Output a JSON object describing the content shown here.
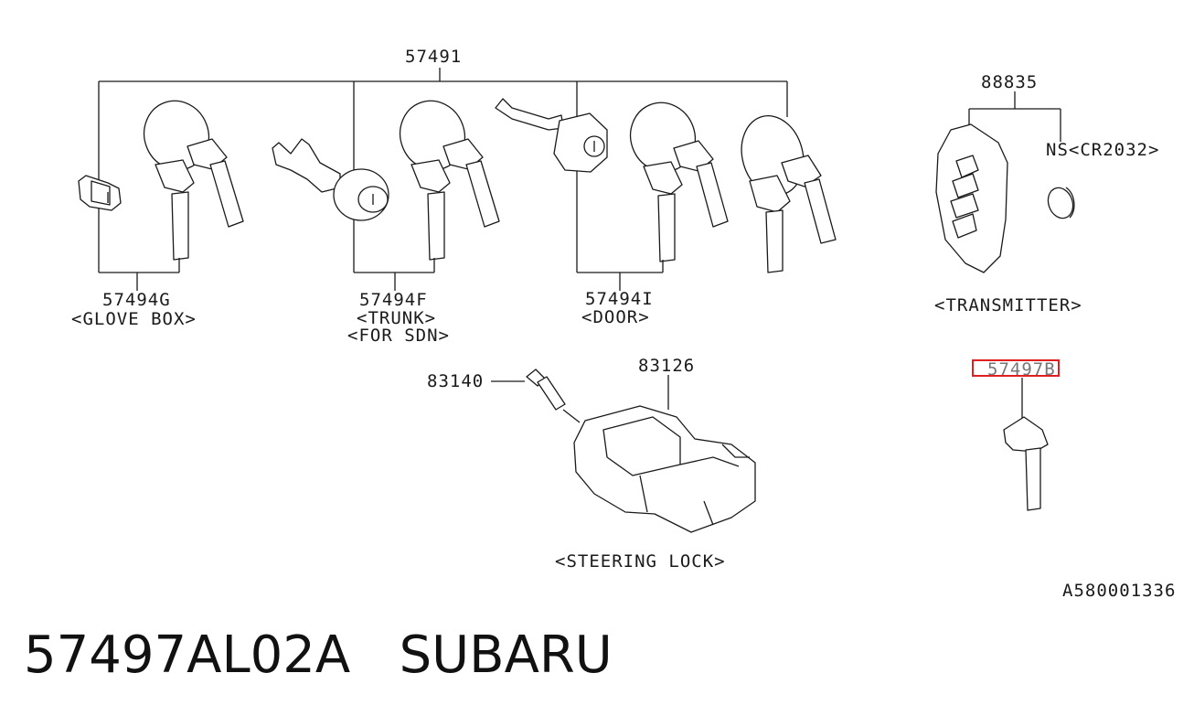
{
  "diagram": {
    "labels": {
      "p57491": "57491",
      "p57494g": "57494G",
      "glove_box": "<GLOVE BOX>",
      "p57494f": "57494F",
      "trunk": "<TRUNK>",
      "for_sdn": "<FOR SDN>",
      "p57494i": "57494I",
      "door": "<DOOR>",
      "p88835": "88835",
      "ns_cr2032": "NS<CR2032>",
      "transmitter": "<TRANSMITTER>",
      "p83140": "83140",
      "p83126": "83126",
      "steering_lock": "<STEERING LOCK>",
      "p57497b": "57497B",
      "diagram_code": "A580001336"
    },
    "highlight_color": "#e02020"
  },
  "footer": {
    "part_number": "57497AL02A",
    "brand": "SUBARU"
  }
}
